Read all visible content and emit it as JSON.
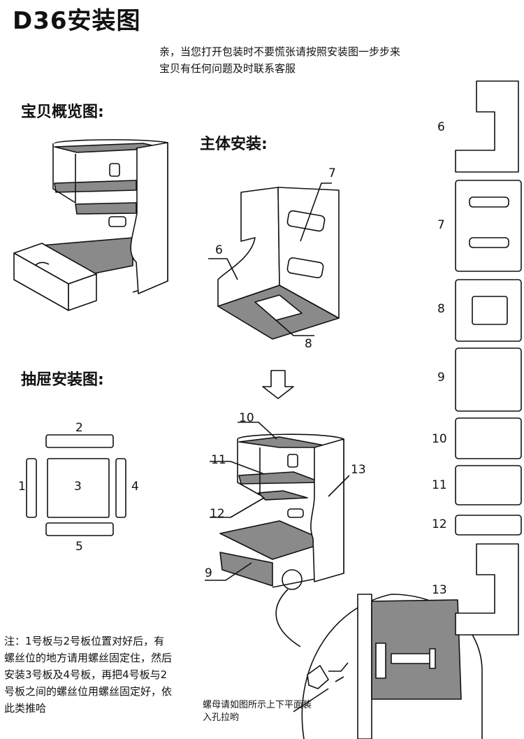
{
  "title": "D36安装图",
  "intro": [
    "亲，当您打开包装时不要慌张请按照安装图一步步来",
    "宝贝有任何问题及时联系客服"
  ],
  "sections": {
    "overview": "宝贝概览图:",
    "main": "主体安装:",
    "drawer": "抽屉安装图:"
  },
  "main_labels": {
    "six": "6",
    "seven": "7",
    "eight": "8"
  },
  "drawer_labels": {
    "p1": "1",
    "p2": "2",
    "p3": "3",
    "p4": "4",
    "p5": "5"
  },
  "final_labels": {
    "nine": "9",
    "ten": "10",
    "eleven": "11",
    "twelve": "12",
    "thirteen": "13"
  },
  "parts": [
    "6",
    "7",
    "8",
    "9",
    "10",
    "11",
    "12",
    "13"
  ],
  "note": "注：1号板与2号板位置对好后，有螺丝位的地方请用螺丝固定住，然后安装3号板及4号板，再把4号板与2号板之间的螺丝位用螺丝固定好，依此类推哈",
  "nut_note": "螺母请如图所示上下平面装入孔拉哟",
  "colors": {
    "panel_gray": "#8a8a8a",
    "line": "#111111",
    "white": "#ffffff"
  }
}
